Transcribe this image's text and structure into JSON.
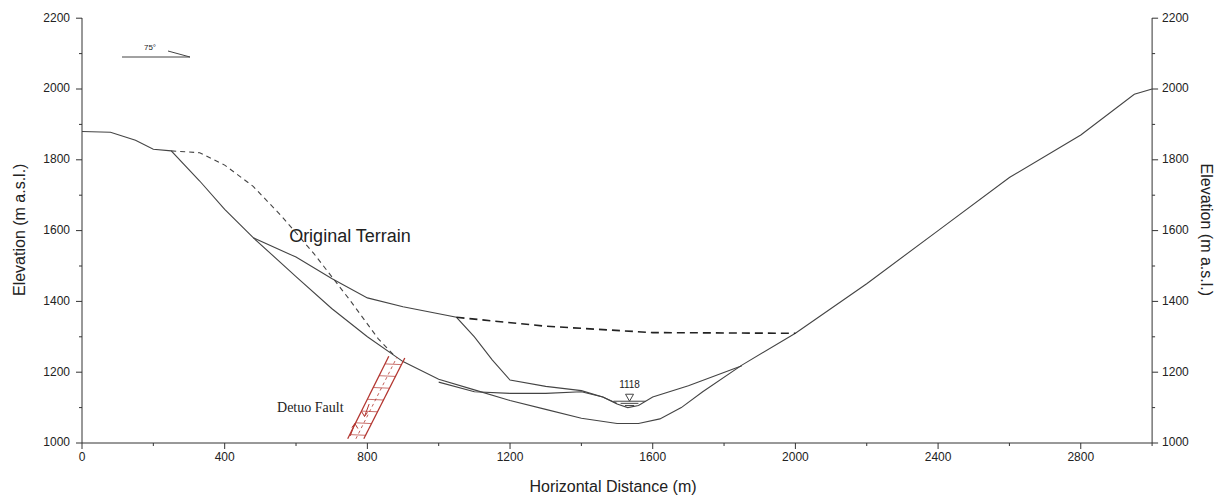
{
  "diagram": {
    "labels": [
      "2200",
      "2000",
      "1800",
      "1600",
      "1400",
      "1200",
      "1000",
      "2200",
      "2000",
      "1800",
      "1600",
      "1400",
      "1200",
      "1000",
      "0",
      "400",
      "800",
      "1200",
      "1600",
      "2000",
      "2400",
      "2800",
      "Elevation (m a.s.l.)",
      "Elevation (m a.s.l.)",
      "Horizontal Distance (m)",
      "Original Terrain",
      "Detuo Fault",
      "1118",
      "75°"
    ]
  }
}
